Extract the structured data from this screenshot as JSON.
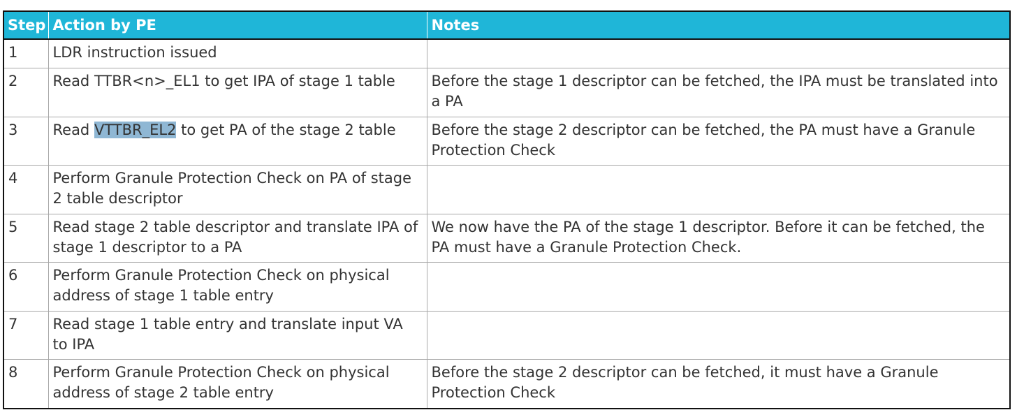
{
  "headers": {
    "step": "Step",
    "action": "Action by PE",
    "notes": "Notes"
  },
  "rows": [
    {
      "step": "1",
      "action": "LDR instruction issued",
      "notes": ""
    },
    {
      "step": "2",
      "action": "Read TTBR<n>_EL1 to get IPA of stage 1 table",
      "notes": "Before the stage 1 descriptor can be fetched, the IPA must be translated into a PA"
    },
    {
      "step": "3",
      "action_pre": "Read ",
      "action_highlight": "VTTBR_EL2",
      "action_post": " to get PA of the stage 2 table",
      "notes": "Before the stage 2 descriptor can be fetched, the PA must have a Granule Protection Check"
    },
    {
      "step": "4",
      "action": "Perform Granule Protection Check on PA of stage 2 table descriptor",
      "notes": ""
    },
    {
      "step": "5",
      "action": "Read stage 2 table descriptor and translate IPA of stage 1 descriptor to a PA",
      "notes": "We now have the PA of the stage 1 descriptor. Before it can be fetched, the PA must have a Granule Protection Check."
    },
    {
      "step": "6",
      "action": "Perform Granule Protection Check on physical address of stage 1 table entry",
      "notes": ""
    },
    {
      "step": "7",
      "action": "Read stage 1 table entry and translate input VA to IPA",
      "notes": ""
    },
    {
      "step": "8",
      "action": "Perform Granule Protection Check on physical address of stage 2 table entry",
      "notes": "Before the stage 2 descriptor can be fetched, it must have a Granule Protection Check"
    }
  ],
  "colors": {
    "header_bg": "#1fb6d8",
    "header_text": "#ffffff",
    "highlight": "#8fb7d4"
  }
}
